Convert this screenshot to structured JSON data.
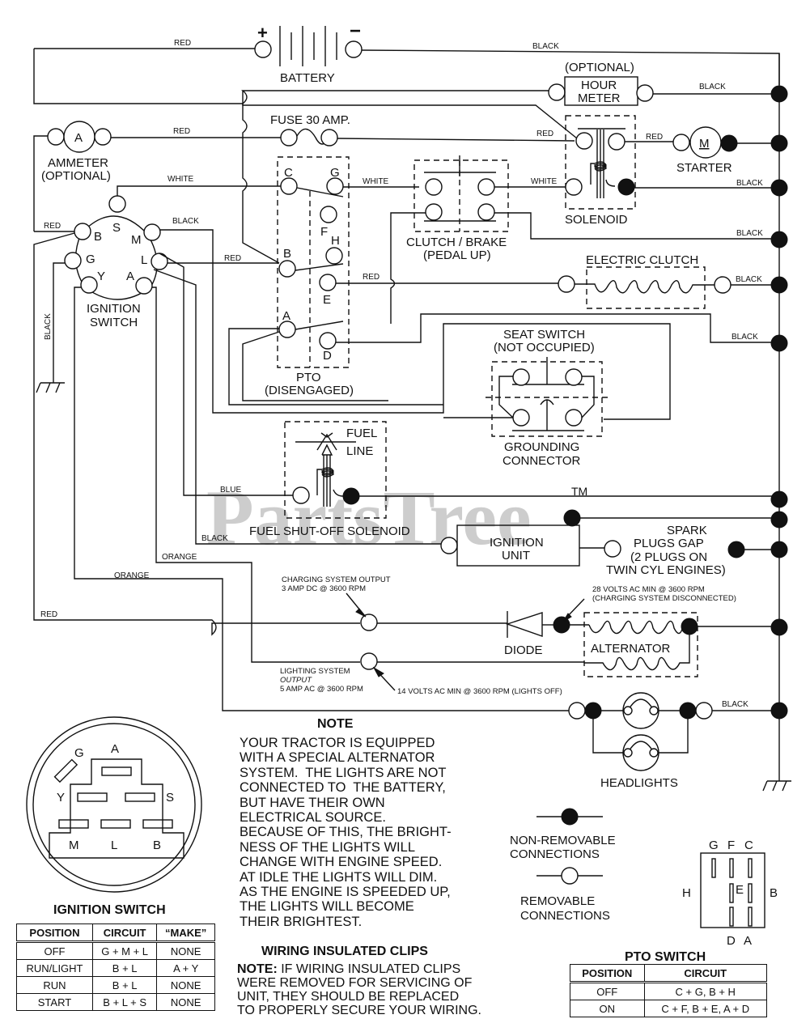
{
  "watermark": {
    "text": "PartsTree",
    "tm": "TM"
  },
  "components": {
    "battery": {
      "label": "BATTERY",
      "plus": "+",
      "minus": "−"
    },
    "hour_meter": {
      "optional": "(OPTIONAL)",
      "line1": "HOUR",
      "line2": "METER"
    },
    "fuse": {
      "label": "FUSE 30 AMP."
    },
    "ammeter": {
      "symbol": "A",
      "line1": "AMMETER",
      "line2": "(OPTIONAL)"
    },
    "solenoid": {
      "label": "SOLENOID"
    },
    "starter": {
      "symbol": "M",
      "label": "STARTER"
    },
    "clutch_brake": {
      "line1": "CLUTCH / BRAKE",
      "line2": "(PEDAL UP)"
    },
    "electric_clutch": {
      "label": "ELECTRIC CLUTCH"
    },
    "ignition_switch": {
      "line1": "IGNITION",
      "line2": "SWITCH",
      "terminals": [
        "S",
        "B",
        "M",
        "G",
        "L",
        "Y",
        "A"
      ]
    },
    "pto": {
      "line1": "PTO",
      "line2": "(DISENGAGED)",
      "terminals": [
        "C",
        "G",
        "F",
        "H",
        "B",
        "E",
        "A",
        "D"
      ]
    },
    "seat_switch": {
      "line1": "SEAT SWITCH",
      "line2": "(NOT OCCUPIED)"
    },
    "grounding_connector": {
      "line1": "GROUNDING",
      "line2": "CONNECTOR"
    },
    "fuel_solenoid": {
      "fuel_line1": "FUEL",
      "fuel_line2": "LINE",
      "label": "FUEL SHUT-OFF SOLENOID"
    },
    "ignition_unit": {
      "line1": "IGNITION",
      "line2": "UNIT"
    },
    "spark_plugs": {
      "line1": "SPARK",
      "line2": "PLUGS GAP",
      "line3": "(2 PLUGS ON",
      "line4": "TWIN CYL  ENGINES)"
    },
    "diode": {
      "label": "DIODE"
    },
    "alternator": {
      "label": "ALTERNATOR"
    },
    "headlights": {
      "label": "HEADLIGHTS"
    }
  },
  "wires": {
    "red": "RED",
    "black": "BLACK",
    "white": "WHITE",
    "blue": "BLUE",
    "orange": "ORANGE"
  },
  "annotations": {
    "charging_1": "CHARGING SYSTEM OUTPUT",
    "charging_2": "3 AMP DC @ 3600 RPM",
    "alt_volts_1": "28 VOLTS AC MIN  @ 3600 RPM",
    "alt_volts_2": "(CHARGING SYSTEM DISCONNECTED)",
    "lighting_1": "LIGHTING SYSTEM",
    "lighting_2": "OUTPUT",
    "lighting_3": "5 AMP AC @ 3600 RPM",
    "lights_volts": "14 VOLTS AC MIN  @ 3600 RPM (LIGHTS OFF)"
  },
  "legend": {
    "non_removable_1": "NON-REMOVABLE",
    "non_removable_2": "CONNECTIONS",
    "removable_1": "REMOVABLE",
    "removable_2": "CONNECTIONS"
  },
  "note": {
    "title": "NOTE",
    "body": "YOUR TRACTOR IS EQUIPPED\nWITH A SPECIAL ALTERNATOR\nSYSTEM.  THE LIGHTS ARE NOT\nCONNECTED TO  THE BATTERY,\nBUT HAVE THEIR OWN\nELECTRICAL SOURCE.\nBECAUSE OF THIS, THE BRIGHT-\nNESS OF THE LIGHTS WILL\nCHANGE WITH ENGINE SPEED.\nAT IDLE THE LIGHTS WILL DIM.\nAS THE ENGINE IS SPEEDED UP,\nTHE LIGHTS WILL BECOME\nTHEIR BRIGHTEST."
  },
  "clips_note": {
    "title": "WIRING INSULATED CLIPS",
    "prefix": "NOTE:",
    "line1": " IF WIRING INSULATED CLIPS",
    "rest": "WERE REMOVED FOR SERVICING OF\nUNIT, THEY SHOULD BE REPLACED\nTO PROPERLY SECURE YOUR WIRING."
  },
  "ignition_connector": {
    "labels": [
      "G",
      "A",
      "Y",
      "S",
      "M",
      "L",
      "B"
    ]
  },
  "pto_connector": {
    "labels": [
      "G",
      "F",
      "C",
      "H",
      "E",
      "B",
      "D",
      "A"
    ]
  },
  "ignition_table": {
    "title": "IGNITION SWITCH",
    "headers": [
      "POSITION",
      "CIRCUIT",
      "“MAKE”"
    ],
    "rows": [
      [
        "OFF",
        "G + M + L",
        "NONE"
      ],
      [
        "RUN/LIGHT",
        "B + L",
        "A + Y"
      ],
      [
        "RUN",
        "B + L",
        "NONE"
      ],
      [
        "START",
        "B + L + S",
        "NONE"
      ]
    ]
  },
  "pto_table": {
    "title": "PTO SWITCH",
    "headers": [
      "POSITION",
      "CIRCUIT"
    ],
    "rows": [
      [
        "OFF",
        "C + G, B + H"
      ],
      [
        "ON",
        "C + F, B + E, A + D"
      ]
    ]
  }
}
